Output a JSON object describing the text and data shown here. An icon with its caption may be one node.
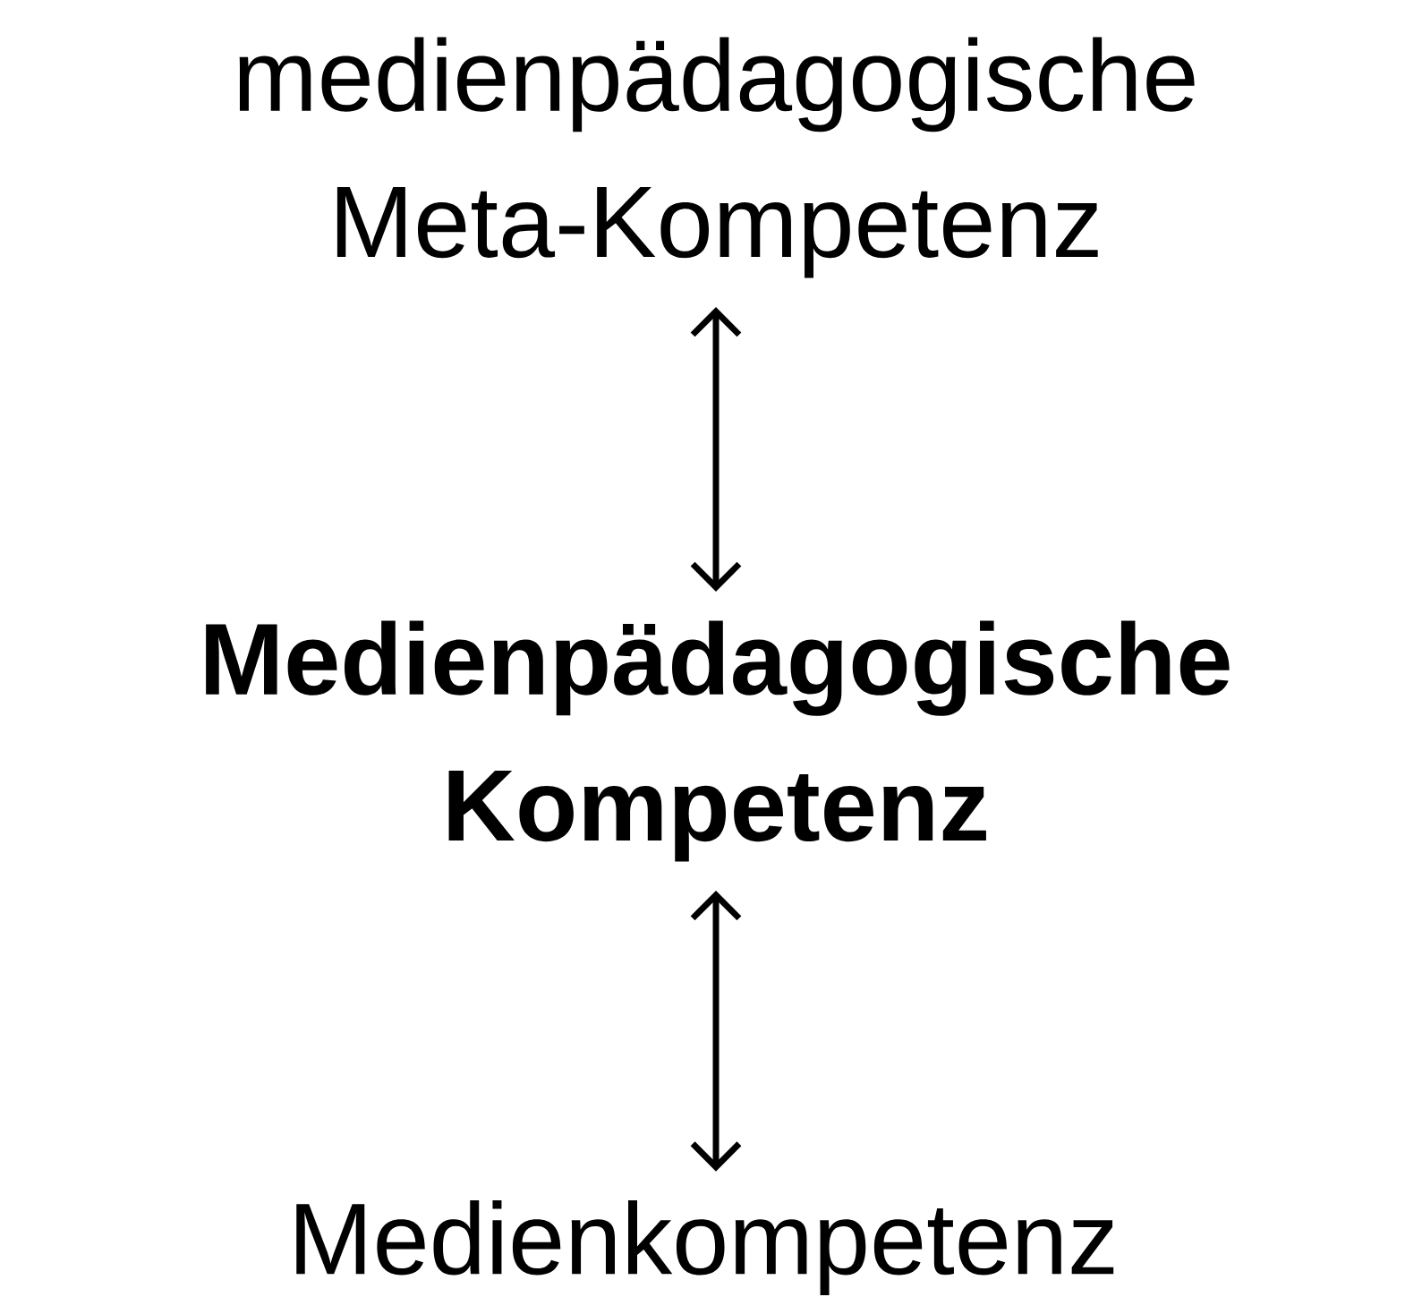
{
  "diagram": {
    "nodes": [
      {
        "text": [
          "medienpädagogische Meta-Kompetenz"
        ]
      },
      {
        "text": [
          "Medienpädagogische Kompetenz"
        ]
      },
      {
        "text": [
          "Medienkompetenz"
        ]
      }
    ],
    "edges": [
      {
        "from": 0,
        "to": 1,
        "arrow": "both"
      },
      {
        "from": 1,
        "to": 2,
        "arrow": "both"
      }
    ]
  }
}
